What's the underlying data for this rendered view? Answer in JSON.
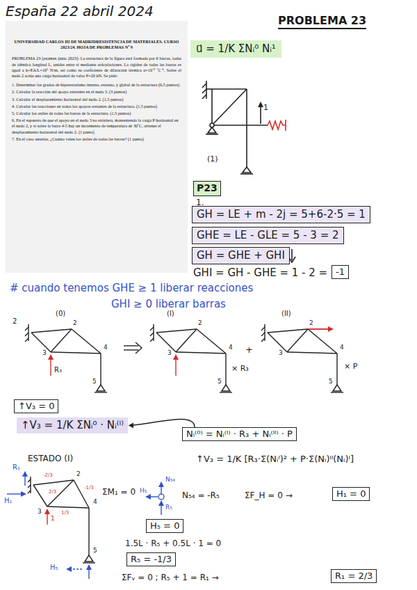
{
  "diagram": {
    "nodes": [
      {
        "text": [
          "UNIVERSIDAD CARLOS III DE MADRIDRESISTENCIA DE MATERIALES. CURSO 2023/24. HOJA DE PROBLEMAS Nº 9",
          "PROBLEMA 23 (examen junio 2023): La estructura de la figura está formada por 6 barras, todas de idéntica longitud L, unidas entre sí mediante articulaciones. La rigidez de todas las barras es igual a k=EA/L=10⁶ N/m, así como su coeficiente de dilatación térmica α=10⁻⁵ ºC⁻¹. Sobre el nudo 2 actúa una carga horizontal de valor P=20 kN. Se pide:",
          "1. Determinar los grados de hiperestatismo interno, externo, y global de la estructura (0,5 puntos).",
          "2. Calcular la reacción del apoyo existente en el nudo 3. (3 puntos)",
          "3. Calcular el desplazamiento horizontal del nudo 2. (1,5 puntos)",
          "4. Calcular las reacciones en todos los apoyos restantes de la estructura. (1,5 puntos)",
          "5. Calcular los axiles de todas las barras de la estructura. (1,5 puntos)",
          "6. En el supuesto de que el apoyo en el nudo 3 no existiera, manteniendo la carga P horizontal en el nudo 2, y si sobre la barra 4-5 hay un incremento de temperatura de 30ºC, obtener el desplazamiento horizontal del nudo 2. (1 punto)",
          "7. En el caso anterior, ¿Cuánto valen los axiles de todas las barras? (1 punto)"
        ]
      },
      {
        "text": [
          "u⃗ = 1/K ΣNᵢ⁰ Nᵢ¹"
        ]
      },
      {
        "text": [
          "P23"
        ]
      },
      {
        "text": [
          "GH = LE + m - 2j = 5+6-2·5 = 1"
        ]
      },
      {
        "text": [
          "GHE = LE - GLE = 5 - 3 = 2"
        ]
      },
      {
        "text": [
          "GH = GHE + GHI"
        ]
      },
      {
        "text": [
          "-1"
        ]
      },
      {
        "text": [
          "↑V₃ = 0"
        ]
      },
      {
        "text": [
          "↑V₃ = 1/K ΣNᵢ⁰ · Nᵢ⁽ᴵ⁾"
        ]
      },
      {
        "text": [
          "Nᵢ⁽⁰⁾ = Nᵢ⁽ᴵ⁾ · R₃ + Nᵢ⁽ᴵᴵ⁾ · P"
        ]
      },
      {
        "text": [
          "H₁ = 0"
        ]
      },
      {
        "text": [
          "H₅ = 0"
        ]
      },
      {
        "text": [
          "R₅ = -1/3"
        ]
      },
      {
        "text": [
          "R₁ = 2/3"
        ]
      }
    ],
    "edges": [
      {
        "from": 9,
        "to": 8,
        "arrow": "to"
      }
    ],
    "labels": [
      "España 22 abril 2024",
      "PROBLEMA 23",
      "2",
      "P",
      "3",
      "4",
      "5",
      "1",
      "(1)",
      "1.",
      "GHI = GH - GHE = 1 - 2 =",
      "# cuando tenemos GHE ≥ 1 liberar reacciones",
      "GHI ≥ 0 liberar barras",
      "(0)",
      "2",
      "2",
      "3",
      "4",
      "5",
      "R₃",
      "(I)",
      "2",
      "3",
      "4",
      "5",
      "× R₃",
      "+",
      "(II)",
      "2",
      "3",
      "4",
      "5",
      "× P",
      "↑V₃ = 1/K [R₃·Σ(Nᵢᴵ)² + P·Σ(Nᵢ)ᴵᴵ(Nᵢ)ᴵ]",
      "ESTADO (I)",
      "R₁",
      "H₁",
      "1",
      "2",
      "3",
      "4",
      "5",
      "H₅",
      "-2/3",
      "2/3",
      "-1/3",
      "1/3",
      "ΣM₁ = 0",
      "N₅₄",
      "H₅",
      "R₅",
      "N₅₄ = -R₅",
      "ΣF_H = 0 →",
      "1.5L · R₅ + 0.5L · 1 = 0",
      "ΣFᵥ = 0 ;  R₅ + 1 = R₁ →"
    ]
  }
}
